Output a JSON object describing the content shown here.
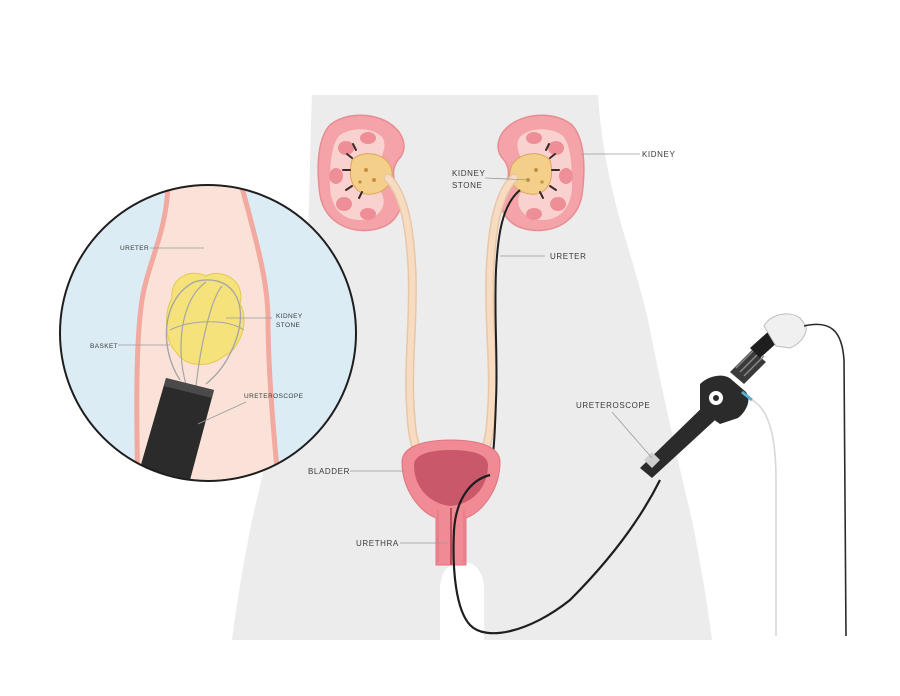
{
  "labels": {
    "kidney": "KIDNEY",
    "kidney_stone_line1": "KIDNEY",
    "kidney_stone_line2": "STONE",
    "ureter": "URETER",
    "ureteroscope": "URETEROSCOPE",
    "bladder": "BLADDER",
    "urethra": "URETHRA"
  },
  "inset_labels": {
    "ureter": "URETER",
    "kidney_stone_line1": "KIDNEY",
    "kidney_stone_line2": "STONE",
    "basket": "BASKET",
    "ureteroscope": "URETEROSCOPE"
  },
  "colors": {
    "body_silhouette": "#ececec",
    "kidney": "#f4a3a8",
    "kidney_inner": "#f9d2cf",
    "stone": "#f3cf8a",
    "ureter": "#f7dcc2",
    "bladder_wall": "#f08a94",
    "bladder_inner": "#c9596a",
    "scope": "#2b2b2b",
    "inset_bg": "#dcecf5",
    "inset_stone": "#f5e27a"
  }
}
